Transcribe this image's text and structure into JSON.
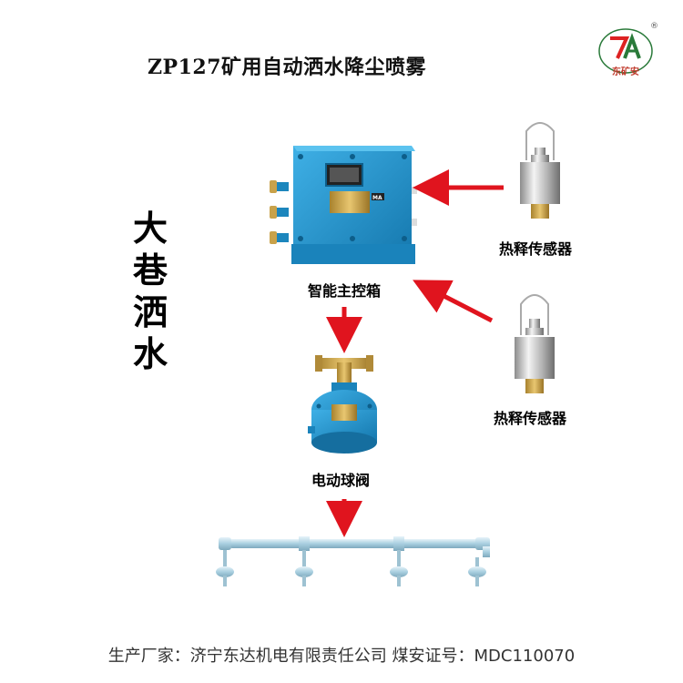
{
  "title": "ZP127矿用自动洒水降尘喷雾",
  "side_label": [
    "大",
    "巷",
    "洒",
    "水"
  ],
  "components": {
    "main_box": "智能主控箱",
    "sensor_top": "热释传感器",
    "sensor_bottom": "热释传感器",
    "valve": "电动球阀"
  },
  "plate_text": "MA",
  "logo_text": "东矿安",
  "footer": "生产厂家：济宁东达机电有限责任公司 煤安证号：MDC110070",
  "colors": {
    "box_blue": "#1e8fc8",
    "arrow_red": "#e0141e",
    "brass": "#c9a24a",
    "pipe": "#b9d8e6"
  }
}
